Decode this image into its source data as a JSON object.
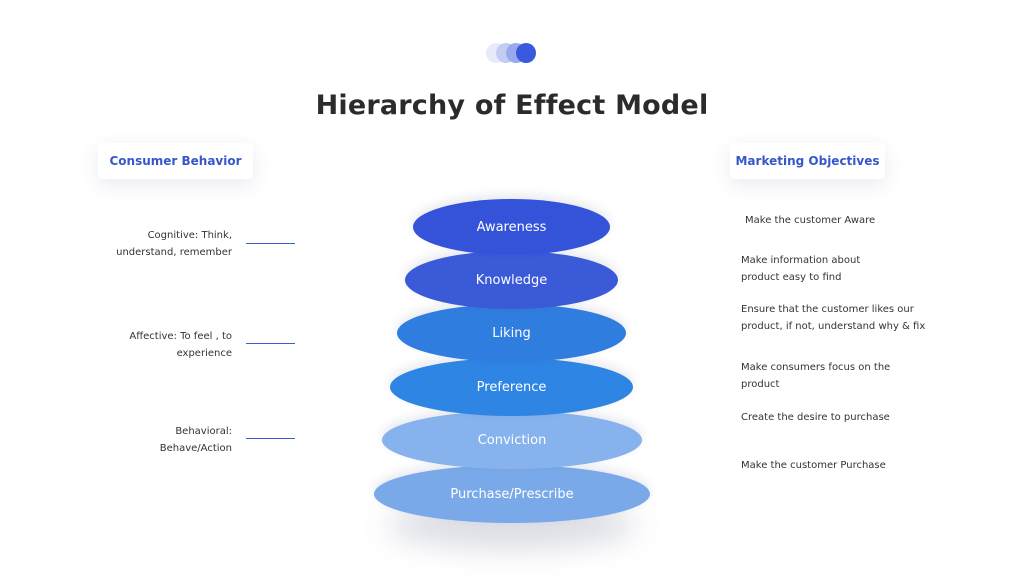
{
  "title": "Hierarchy of Effect Model",
  "left_header": "Consumer Behavior",
  "right_header": "Marketing Objectives",
  "behaviors": [
    {
      "line1": "Cognitive: Think,",
      "line2": "understand, remember"
    },
    {
      "line1": "Affective: To feel , to",
      "line2": "experience"
    },
    {
      "line1": "Behavioral:",
      "line2": "Behave/Action"
    }
  ],
  "stages": [
    {
      "label": "Awareness",
      "color": "#3553d9"
    },
    {
      "label": "Knowledge",
      "color": "#3a5ad8"
    },
    {
      "label": "Liking",
      "color": "#2f7ddf"
    },
    {
      "label": "Preference",
      "color": "#2e85e4"
    },
    {
      "label": "Conviction",
      "color": "#86b2ed"
    },
    {
      "label": "Purchase/Prescribe",
      "color": "#7aa9ea"
    }
  ],
  "objectives": [
    {
      "line1": "Make the customer Aware",
      "line2": ""
    },
    {
      "line1": "Make information about",
      "line2": "product easy to find"
    },
    {
      "line1": "Ensure that the customer likes our",
      "line2": "product, if not, understand why & fix"
    },
    {
      "line1": "Make consumers focus on the product",
      "line2": ""
    },
    {
      "line1": "Create the desire to purchase",
      "line2": ""
    },
    {
      "line1": "Make the customer Purchase",
      "line2": ""
    }
  ]
}
